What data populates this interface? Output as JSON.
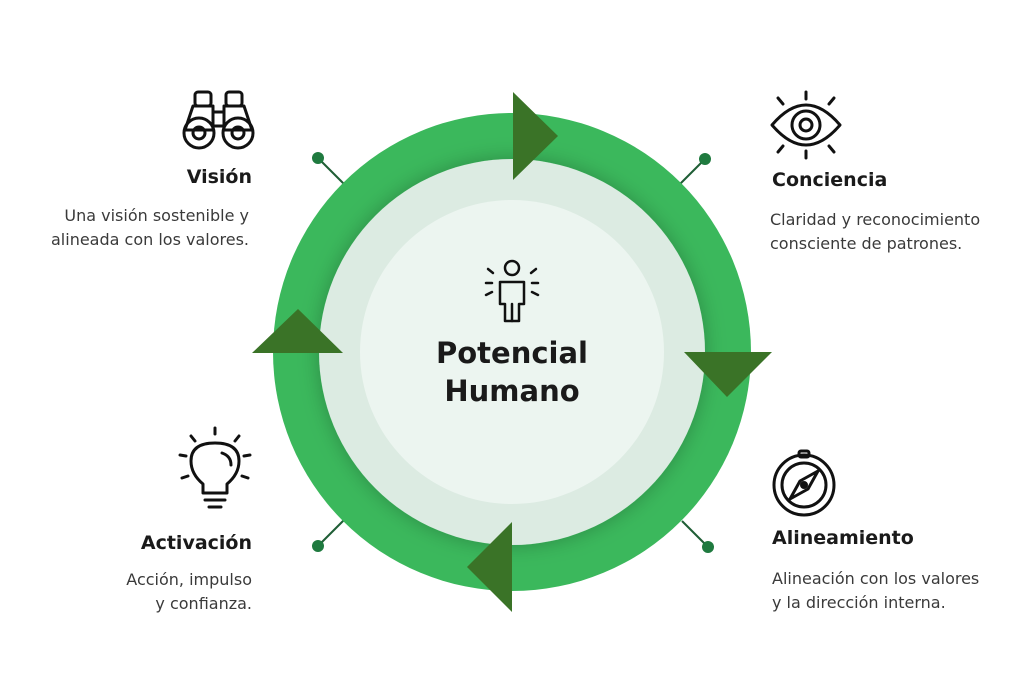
{
  "center": {
    "title": "Potencial\nHumano",
    "icon": "person-radiating-icon"
  },
  "stages": [
    {
      "key": "vision",
      "title": "Visión",
      "description": "Una visión sostenible y\nalineada con los valores.",
      "icon": "binoculars-icon"
    },
    {
      "key": "conciencia",
      "title": "Conciencia",
      "description": "Claridad y reconocimiento\nconsciente de patrones.",
      "icon": "eye-icon"
    },
    {
      "key": "alineamiento",
      "title": "Alineamiento",
      "description": "Alineación con los valores\ny la dirección interna.",
      "icon": "compass-icon"
    },
    {
      "key": "activacion",
      "title": "Activación",
      "description": "Acción, impulso\ny confianza.",
      "icon": "lightbulb-icon"
    }
  ],
  "colors": {
    "ring": "#3bb85c",
    "arrow": "#3a7327",
    "inner_disc": "#dcebe2",
    "center_disc": "#ecf5f0",
    "dot": "#1f7a3f"
  }
}
